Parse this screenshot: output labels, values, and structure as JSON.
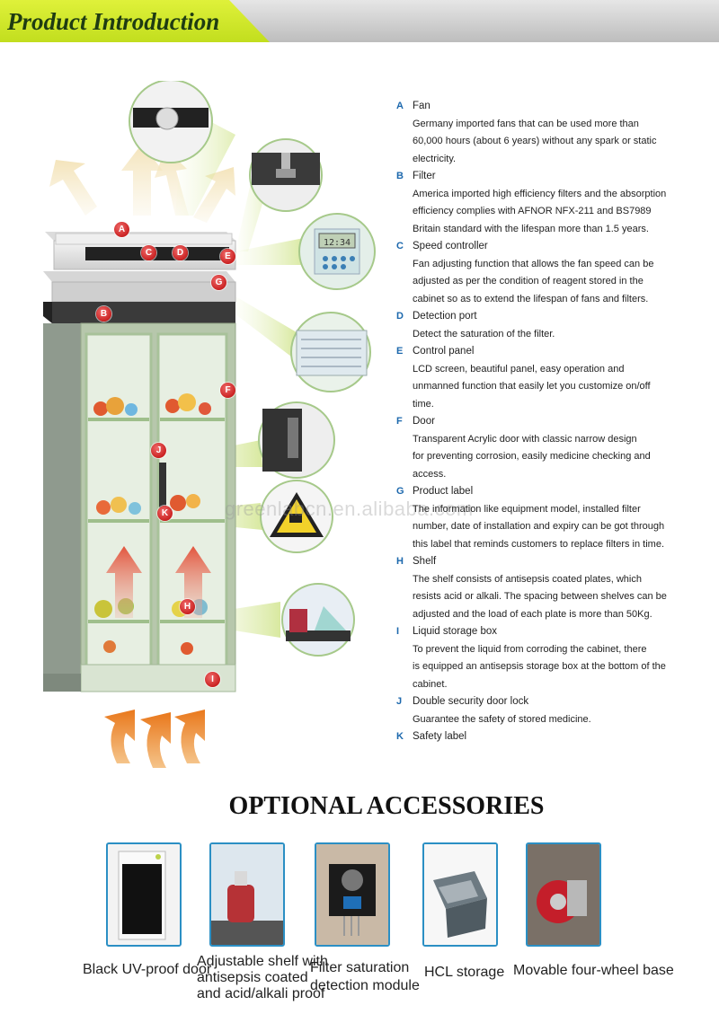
{
  "header": {
    "title": "Product Introduction"
  },
  "watermark": "greenlabcn.en.alibaba.com",
  "callouts": [
    "A",
    "B",
    "C",
    "D",
    "E",
    "F",
    "G",
    "H",
    "I",
    "J",
    "K"
  ],
  "features": [
    {
      "letter": "A",
      "name": "Fan",
      "desc": [
        "Germany imported fans that can be used more than",
        "60,000 hours (about 6 years) without any spark or static",
        "electricity."
      ]
    },
    {
      "letter": "B",
      "name": "Filter",
      "desc": [
        "America imported high efficiency filters and the absorption",
        "efficiency complies with AFNOR NFX-211 and BS7989",
        "Britain standard with the lifespan more than 1.5 years."
      ]
    },
    {
      "letter": "C",
      "name": "Speed controller",
      "desc": [
        "Fan adjusting function that allows the fan speed can be",
        "adjusted as per the condition of reagent stored in the",
        "cabinet so as to extend the lifespan of fans and filters."
      ]
    },
    {
      "letter": "D",
      "name": "Detection port",
      "desc": [
        "Detect the saturation of the filter."
      ]
    },
    {
      "letter": "E",
      "name": "Control panel",
      "desc": [
        "LCD screen, beautiful panel, easy operation and",
        "unmanned function that easily let you customize on/off",
        "time."
      ]
    },
    {
      "letter": "F",
      "name": "Door",
      "desc": [
        "Transparent Acrylic door with classic narrow design",
        "for preventing corrosion, easily medicine checking and",
        "access."
      ]
    },
    {
      "letter": "G",
      "name": "Product label",
      "desc": [
        "The information like equipment model, installed filter",
        "number, date of installation and expiry can be got through",
        "this label that reminds customers to replace filters in time."
      ]
    },
    {
      "letter": "H",
      "name": "Shelf",
      "desc": [
        "The shelf consists of antisepsis coated plates, which",
        "resists acid or alkali. The spacing between shelves can be",
        "adjusted and the load of each plate is more than 50Kg."
      ]
    },
    {
      "letter": "I",
      "name": "Liquid storage box",
      "desc": [
        "To prevent the liquid from corroding the cabinet, there",
        "is equipped an antisepsis storage box at the bottom of the",
        "cabinet."
      ]
    },
    {
      "letter": "J",
      "name": "Double security door lock",
      "desc": [
        "Guarantee the safety of stored medicine."
      ]
    },
    {
      "letter": "K",
      "name": "Safety label",
      "desc": []
    }
  ],
  "accessories": {
    "title": "OPTIONAL ACCESSORIES",
    "items": [
      {
        "label": [
          "Black UV-proof door"
        ]
      },
      {
        "label": [
          "Adjustable shelf with",
          "antisepsis coated",
          "and acid/alkali proof"
        ]
      },
      {
        "label": [
          "Filter saturation",
          "detection module"
        ]
      },
      {
        "label": [
          "HCL storage"
        ]
      },
      {
        "label": [
          "Movable four-wheel base"
        ]
      }
    ]
  },
  "lcd_display": "12:34",
  "colors": {
    "accent_blue": "#1c68ad",
    "header_green": "#c8e22a",
    "callout_red": "#c81e1e",
    "frame_green": "#a6c98a"
  }
}
